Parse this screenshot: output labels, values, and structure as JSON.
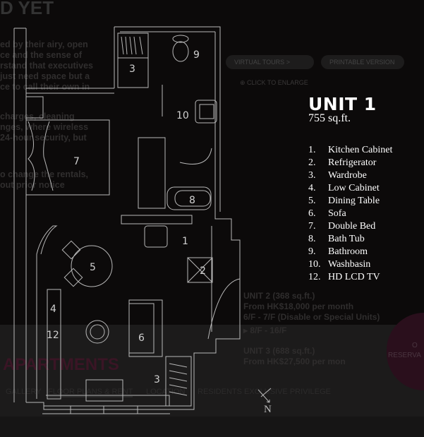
{
  "background": {
    "header_fragment": "D YET",
    "paragraph1": [
      "ed by their airy, open",
      "ce and the sense of",
      "rstand that executives",
      "just need space but a",
      "ce to call their own in"
    ],
    "paragraph2": [
      "charges, cleaning",
      "nges, where wireless",
      "24-hour security, but"
    ],
    "paragraph3": [
      "o change the rentals,",
      "out prior notice"
    ],
    "enlarge_label": "CLICK TO ENLARGE",
    "virtual_tours_label": "VIRTUAL TOURS  >",
    "printable_label": "PRINTABLE VERSION",
    "unit2": {
      "title": "UNIT 2 (368 sq.ft.)",
      "price": "From HK$18,000 per month",
      "floors": "6/F - 7/F (Disable or Special Units)",
      "floors2": "▸ 8/F - 16/F"
    },
    "unit3": {
      "title": "UNIT 3 (688 sq.ft.)",
      "price": "From HK$27,500 per mon"
    },
    "section_title": "APARTMENTS",
    "nav": [
      "GALLERY",
      "FLOOR PLANS & RENT",
      "LOCATION",
      "RESIDENTS EXCLUSIVE PRIVILEGE"
    ],
    "reservation": [
      "O",
      "RESERVA"
    ]
  },
  "plan": {
    "labels": [
      "1",
      "2",
      "3",
      "3",
      "4",
      "5",
      "6",
      "7",
      "8",
      "9",
      "10",
      "12"
    ],
    "north": "N"
  },
  "unit": {
    "title": "UNIT 1",
    "size": "755 sq.ft.",
    "items": [
      {
        "num": "1.",
        "label": "Kitchen Cabinet"
      },
      {
        "num": "2.",
        "label": "Refrigerator"
      },
      {
        "num": "3.",
        "label": "Wardrobe"
      },
      {
        "num": "4.",
        "label": "Low Cabinet"
      },
      {
        "num": "5.",
        "label": "Dining Table"
      },
      {
        "num": "6.",
        "label": "Sofa"
      },
      {
        "num": "7.",
        "label": "Double Bed"
      },
      {
        "num": "8.",
        "label": "Bath Tub"
      },
      {
        "num": "9.",
        "label": "Bathroom"
      },
      {
        "num": "10.",
        "label": "Washbasin"
      },
      {
        "num": "12.",
        "label": "HD LCD TV"
      }
    ]
  }
}
